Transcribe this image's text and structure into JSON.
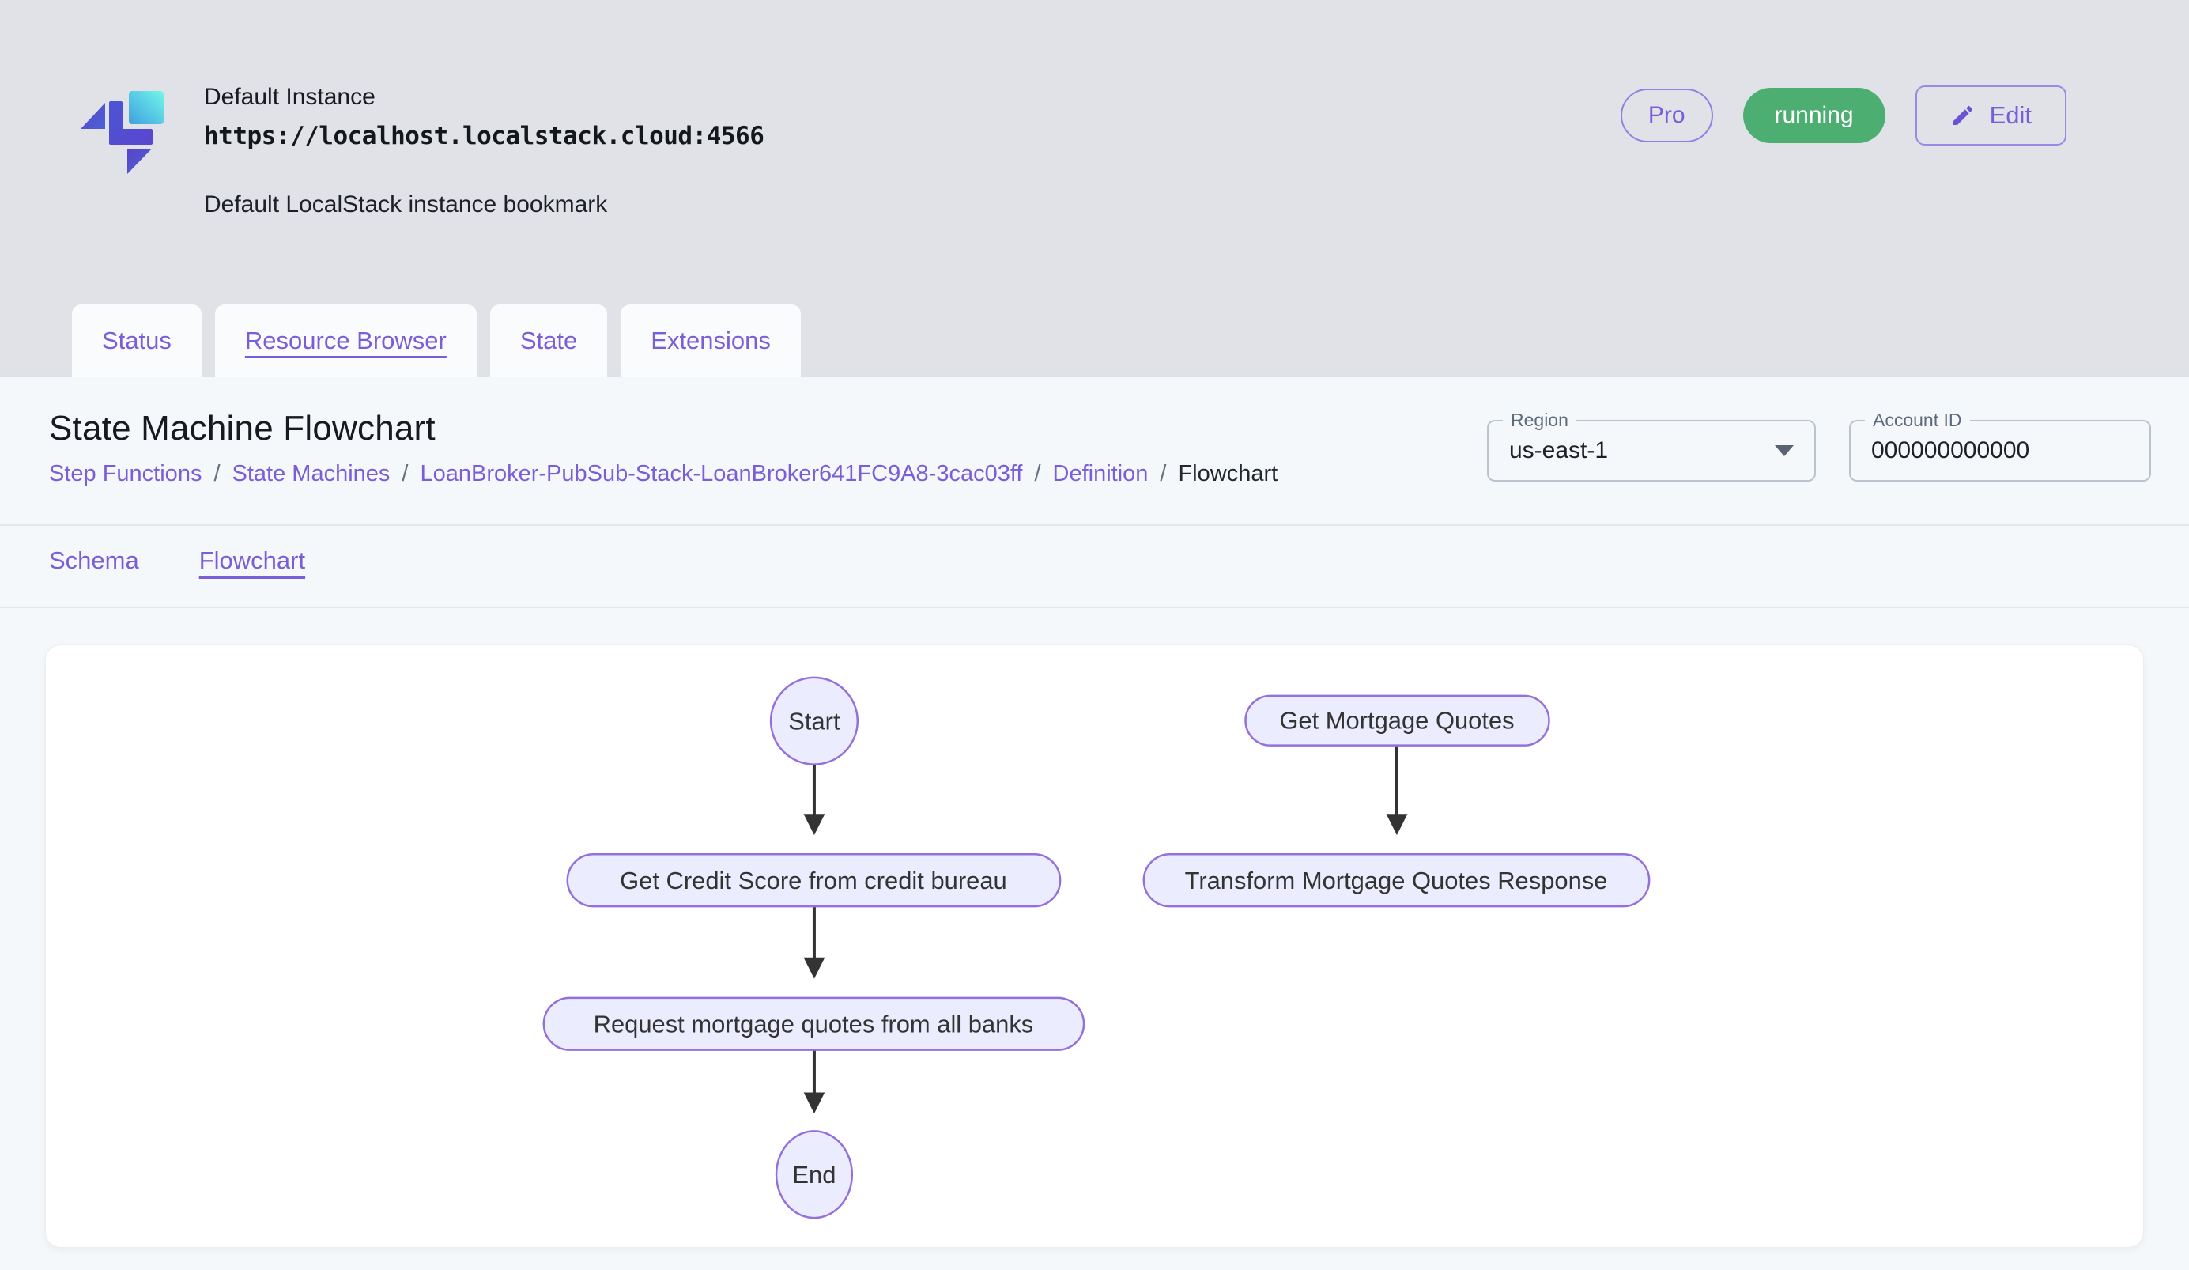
{
  "header": {
    "instance_name": "Default Instance",
    "instance_url": "https://localhost.localstack.cloud:4566",
    "instance_description": "Default LocalStack instance bookmark",
    "pro_badge": "Pro",
    "status_badge": "running",
    "edit_button": "Edit"
  },
  "tabs": [
    {
      "label": "Status",
      "active": false
    },
    {
      "label": "Resource Browser",
      "active": true
    },
    {
      "label": "State",
      "active": false
    },
    {
      "label": "Extensions",
      "active": false
    }
  ],
  "page": {
    "title": "State Machine Flowchart",
    "separator": "/",
    "breadcrumb": [
      "Step Functions",
      "State Machines",
      "LoanBroker-PubSub-Stack-LoanBroker641FC9A8-3cac03ff",
      "Definition",
      "Flowchart"
    ],
    "region": {
      "label": "Region",
      "value": "us-east-1"
    },
    "account": {
      "label": "Account ID",
      "value": "000000000000"
    }
  },
  "subtabs": [
    {
      "label": "Schema",
      "active": false
    },
    {
      "label": "Flowchart",
      "active": true
    }
  ],
  "flowchart": {
    "nodes": {
      "start": "Start",
      "credit": "Get Credit Score from credit bureau",
      "request": "Request mortgage quotes from all banks",
      "end": "End",
      "quotes": "Get Mortgage Quotes",
      "transform": "Transform Mortgage Quotes Response"
    },
    "edges": [
      "Start -> Get Credit Score from credit bureau",
      "Get Credit Score from credit bureau -> Request mortgage quotes from all banks",
      "Request mortgage quotes from all banks -> End",
      "Get Mortgage Quotes -> Transform Mortgage Quotes Response"
    ]
  },
  "colors": {
    "accent_purple": "#7a5ed8",
    "status_green": "#4caf71",
    "node_fill": "#ececff",
    "node_stroke": "#9370db",
    "edge": "#333333",
    "header_bg": "#e0e2e7",
    "panel_bg": "#f5f8fa"
  }
}
